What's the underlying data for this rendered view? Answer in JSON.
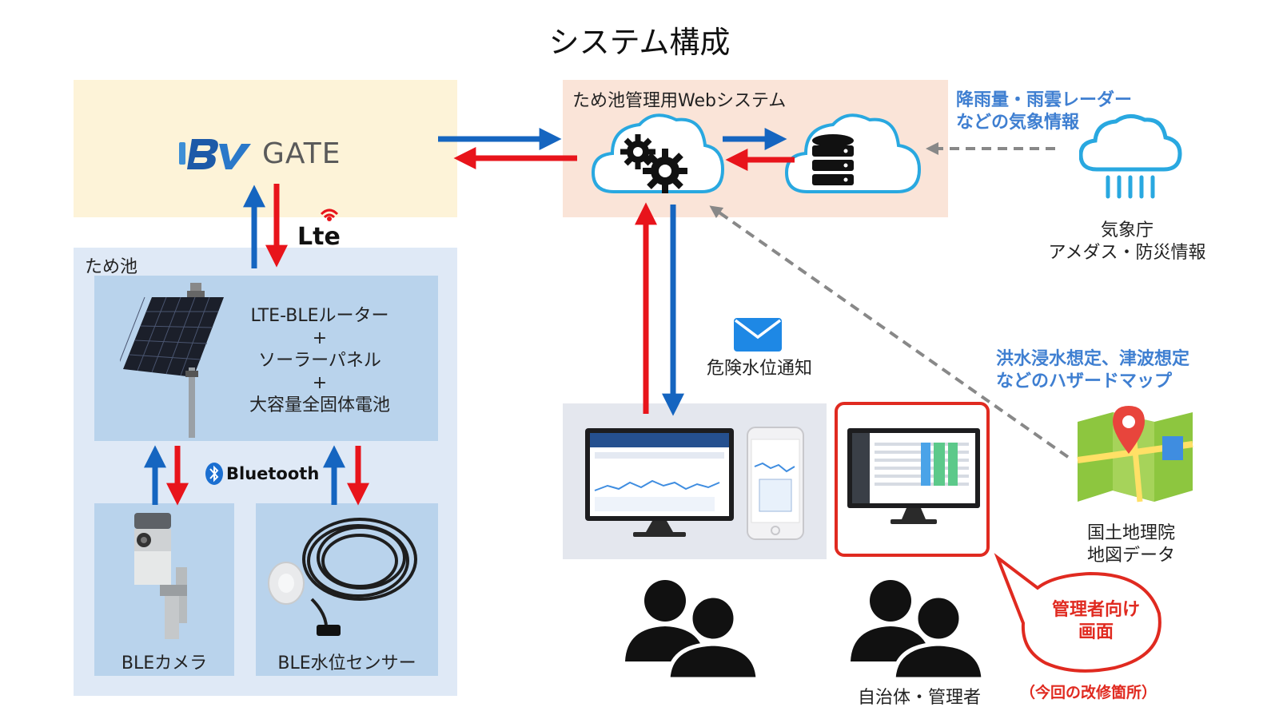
{
  "title": "システム構成",
  "gate": {
    "logo_text": "GATE"
  },
  "tameike": {
    "label": "ため池",
    "router_lines": [
      "LTE-BLEルーター",
      "+",
      "ソーラーパネル",
      "+",
      "大容量全固体電池"
    ],
    "camera_label": "BLEカメラ",
    "sensor_label": "BLE水位センサー"
  },
  "lte_label": "Lte",
  "bluetooth_label": "Bluetooth",
  "web": {
    "label": "ため池管理用Webシステム"
  },
  "weather_note": [
    "降雨量・雨雲レーダー",
    "などの気象情報"
  ],
  "jma_label": [
    "気象庁",
    "アメダス・防災情報"
  ],
  "hazard_note": [
    "洪水浸水想定、津波想定",
    "などのハザードマップ"
  ],
  "gsi_label": [
    "国土地理院",
    "地図データ"
  ],
  "alert_label": "危険水位通知",
  "users_label": "自治体・管理者",
  "bubble_text": [
    "管理者向け",
    "画面"
  ],
  "modified_note": "（今回の改修箇所）",
  "colors": {
    "arrow_blue": "#1565c0",
    "arrow_red": "#e8141b",
    "accent_blue": "#3f7fd1",
    "highlight_red": "#e02a20"
  }
}
